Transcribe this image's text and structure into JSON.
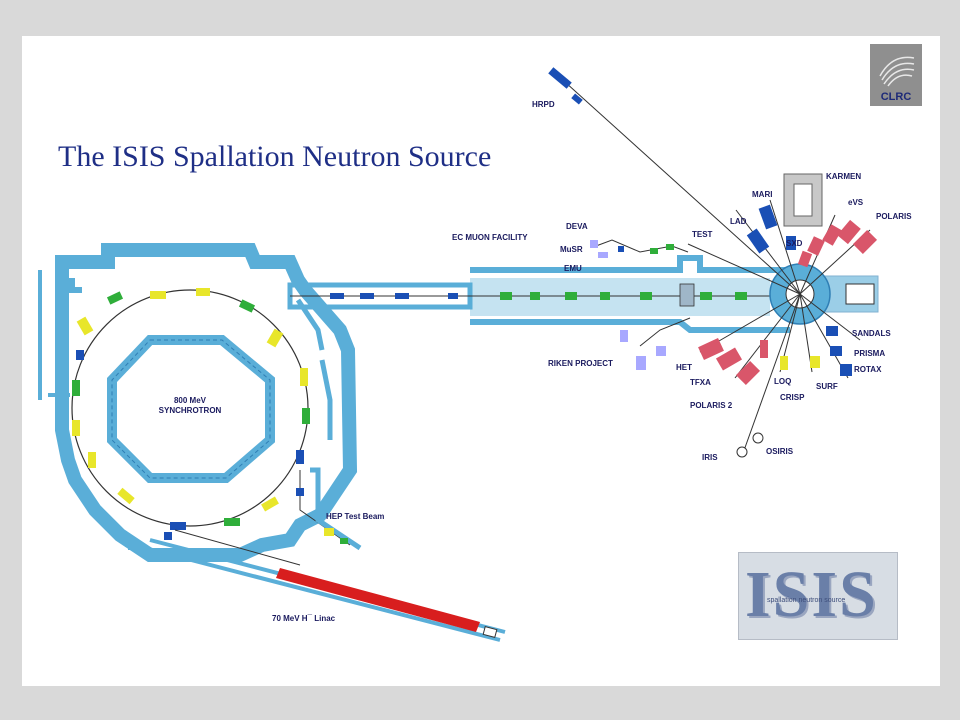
{
  "title": "The ISIS Spallation Neutron Source",
  "logo_clrc": {
    "text": "CLRC",
    "icon": "clrc-swirl-icon"
  },
  "logo_isis": {
    "text": "ISIS",
    "subtitle": "spallation neutron source"
  },
  "labels": {
    "hrpd": "HRPD",
    "karmen": "KARMEN",
    "mari": "MARI",
    "evs": "eVS",
    "polaris": "POLARIS",
    "lad": "LAD",
    "sxd": "SXD",
    "test": "TEST",
    "deva": "DEVA",
    "ec_muon": "EC MUON FACILITY",
    "musr": "MuSR",
    "emu": "EMU",
    "sandals": "SANDALS",
    "prisma": "PRISMA",
    "rotax": "ROTAX",
    "riken": "RIKEN PROJECT",
    "het": "HET",
    "tfxa": "TFXA",
    "loq": "LOQ",
    "surf": "SURF",
    "crisp": "CRISP",
    "polaris2": "POLARIS 2",
    "iris": "IRIS",
    "osiris": "OSIRIS",
    "synchrotron_line1": "800 MeV",
    "synchrotron_line2": "SYNCHROTRON",
    "hep": "HEP Test Beam",
    "linac": "70 MeV H¯ Linac"
  },
  "colors": {
    "hall": "#5aaed8",
    "hall_edge": "#2f7fb5",
    "magnet_yellow": "#e8e62a",
    "magnet_green": "#2fae3a",
    "magnet_blue": "#1a4fb5",
    "instrument_red": "#d9566a",
    "linac_red": "#d81e1e",
    "title": "#1f2f86"
  }
}
